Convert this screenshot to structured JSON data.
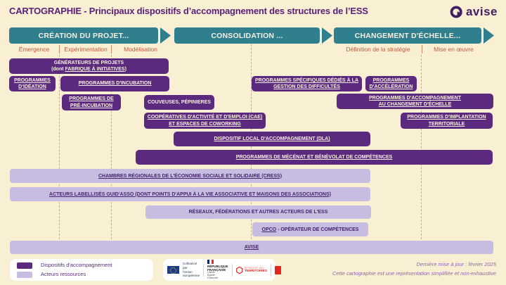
{
  "colors": {
    "background": "#f9efd3",
    "stage_teal": "#2f7f8e",
    "dispositif_purple": "#5b2a7e",
    "resource_lavender": "#c7bde0",
    "phase_rust": "#c2583b",
    "title_purple": "#5a2179",
    "note_purple": "#8a68b0",
    "bdt_red": "#e1251b"
  },
  "header": {
    "title": "CARTOGRAPHIE - Principaux dispositifs d’accompagnement des structures de l’ESS",
    "brand": "avise"
  },
  "stages": [
    {
      "label": "CRÉATION DU PROJET..."
    },
    {
      "label": "CONSOLIDATION ..."
    },
    {
      "label": "CHANGEMENT D'ÉCHELLE..."
    }
  ],
  "phases": {
    "emergence": "Émergence",
    "experimentation": "Expérimentation",
    "modelisation": "Modélisation",
    "definition": "Définition de la stratégie",
    "mise_en_oeuvre": "Mise en œuvre"
  },
  "dispositifs": {
    "generateurs_l1": "GÉNÉRATEURS DE PROJETS",
    "generateurs_l2_prefix": "(dont ",
    "generateurs_l2_link": "FABRIQUE À INITIATIVES",
    "generateurs_l2_suffix": ")",
    "ideation_l1": "PROGRAMMES",
    "ideation_l2": "D'IDÉATION",
    "incubation": "PROGRAMMES D'INCUBATION",
    "preincubation_l1": "PROGRAMMES DE",
    "preincubation_l2": "PRÉ-INCUBATION",
    "couveuses": "COUVEUSES, PÉPINIERES",
    "cooperatives_l1": "COOPÉRATIVES D'ACTIVITÉ ET D'EMPLOI (CAE)",
    "cooperatives_l2": "ET ESPACES DE COWORKING",
    "dla": "DISPOSITIF LOCAL D'ACCOMPAGNEMENT  (DLA)",
    "mecenat": "PROGRAMMES DE MÉCÉNAT ET BÉNÉVOLAT DE COMPÉTENCES",
    "specifiques_l1": "PROGRAMMES SPÉCIFIQUES DÉDIÉS À LA",
    "specifiques_l2": "GESTION DES DIFFICULTÉS",
    "acceleration_l1": "PROGRAMMES",
    "acceleration_l2": "D'ACCÉLÉRATION",
    "changement_l1": "PROGRAMMES D'ACCOMPAGNEMENT",
    "changement_l2": "AU CHANGEMENT  D'ÉCHELLE",
    "implantation_l1": "PROGRAMMES D'IMPLANTATION",
    "implantation_l2": "TERRITORIALE"
  },
  "acteurs_ressources": {
    "cress": "CHAMBRES RÉGIONALES DE L'ÉCONOMIE SOCIALE ET SOLIDAIRE (CRESS)",
    "guidasso": "ACTEURS LABELLISÉS GUID'ASSO (DONT POINTS D'APPUI À LA VIE ASSOCIATIVE ET MAISONS DES ASSOCIATIONS)",
    "reseaux": "RÉSEAUX, FÉDÉRATIONS ET AUTRES ACTEURS DE L'ESS",
    "opco_link": "OPCO",
    "opco_rest": " - OPÉRATEUR DE COMPÉTENCES",
    "avise": "AVISE"
  },
  "legend": {
    "dispositifs_label": "Dispositifs d'accompagnement",
    "acteurs_label": "Acteurs ressources"
  },
  "logos": {
    "eu_l1": "Cofinancé par",
    "eu_l2": "l'Union européenne",
    "rf_l1": "RÉPUBLIQUE",
    "rf_l2": "FRANÇAISE",
    "rf_motto1": "Liberté",
    "rf_motto2": "Égalité",
    "rf_motto3": "Fraternité",
    "bdt_l1": "BANQUE des",
    "bdt_l2": "TERRITOIRES"
  },
  "footer": {
    "updated": "Dernière mise à jour : février 2025",
    "note": "Cette cartographie est une représentation simplifiée et non-exhaustive"
  }
}
